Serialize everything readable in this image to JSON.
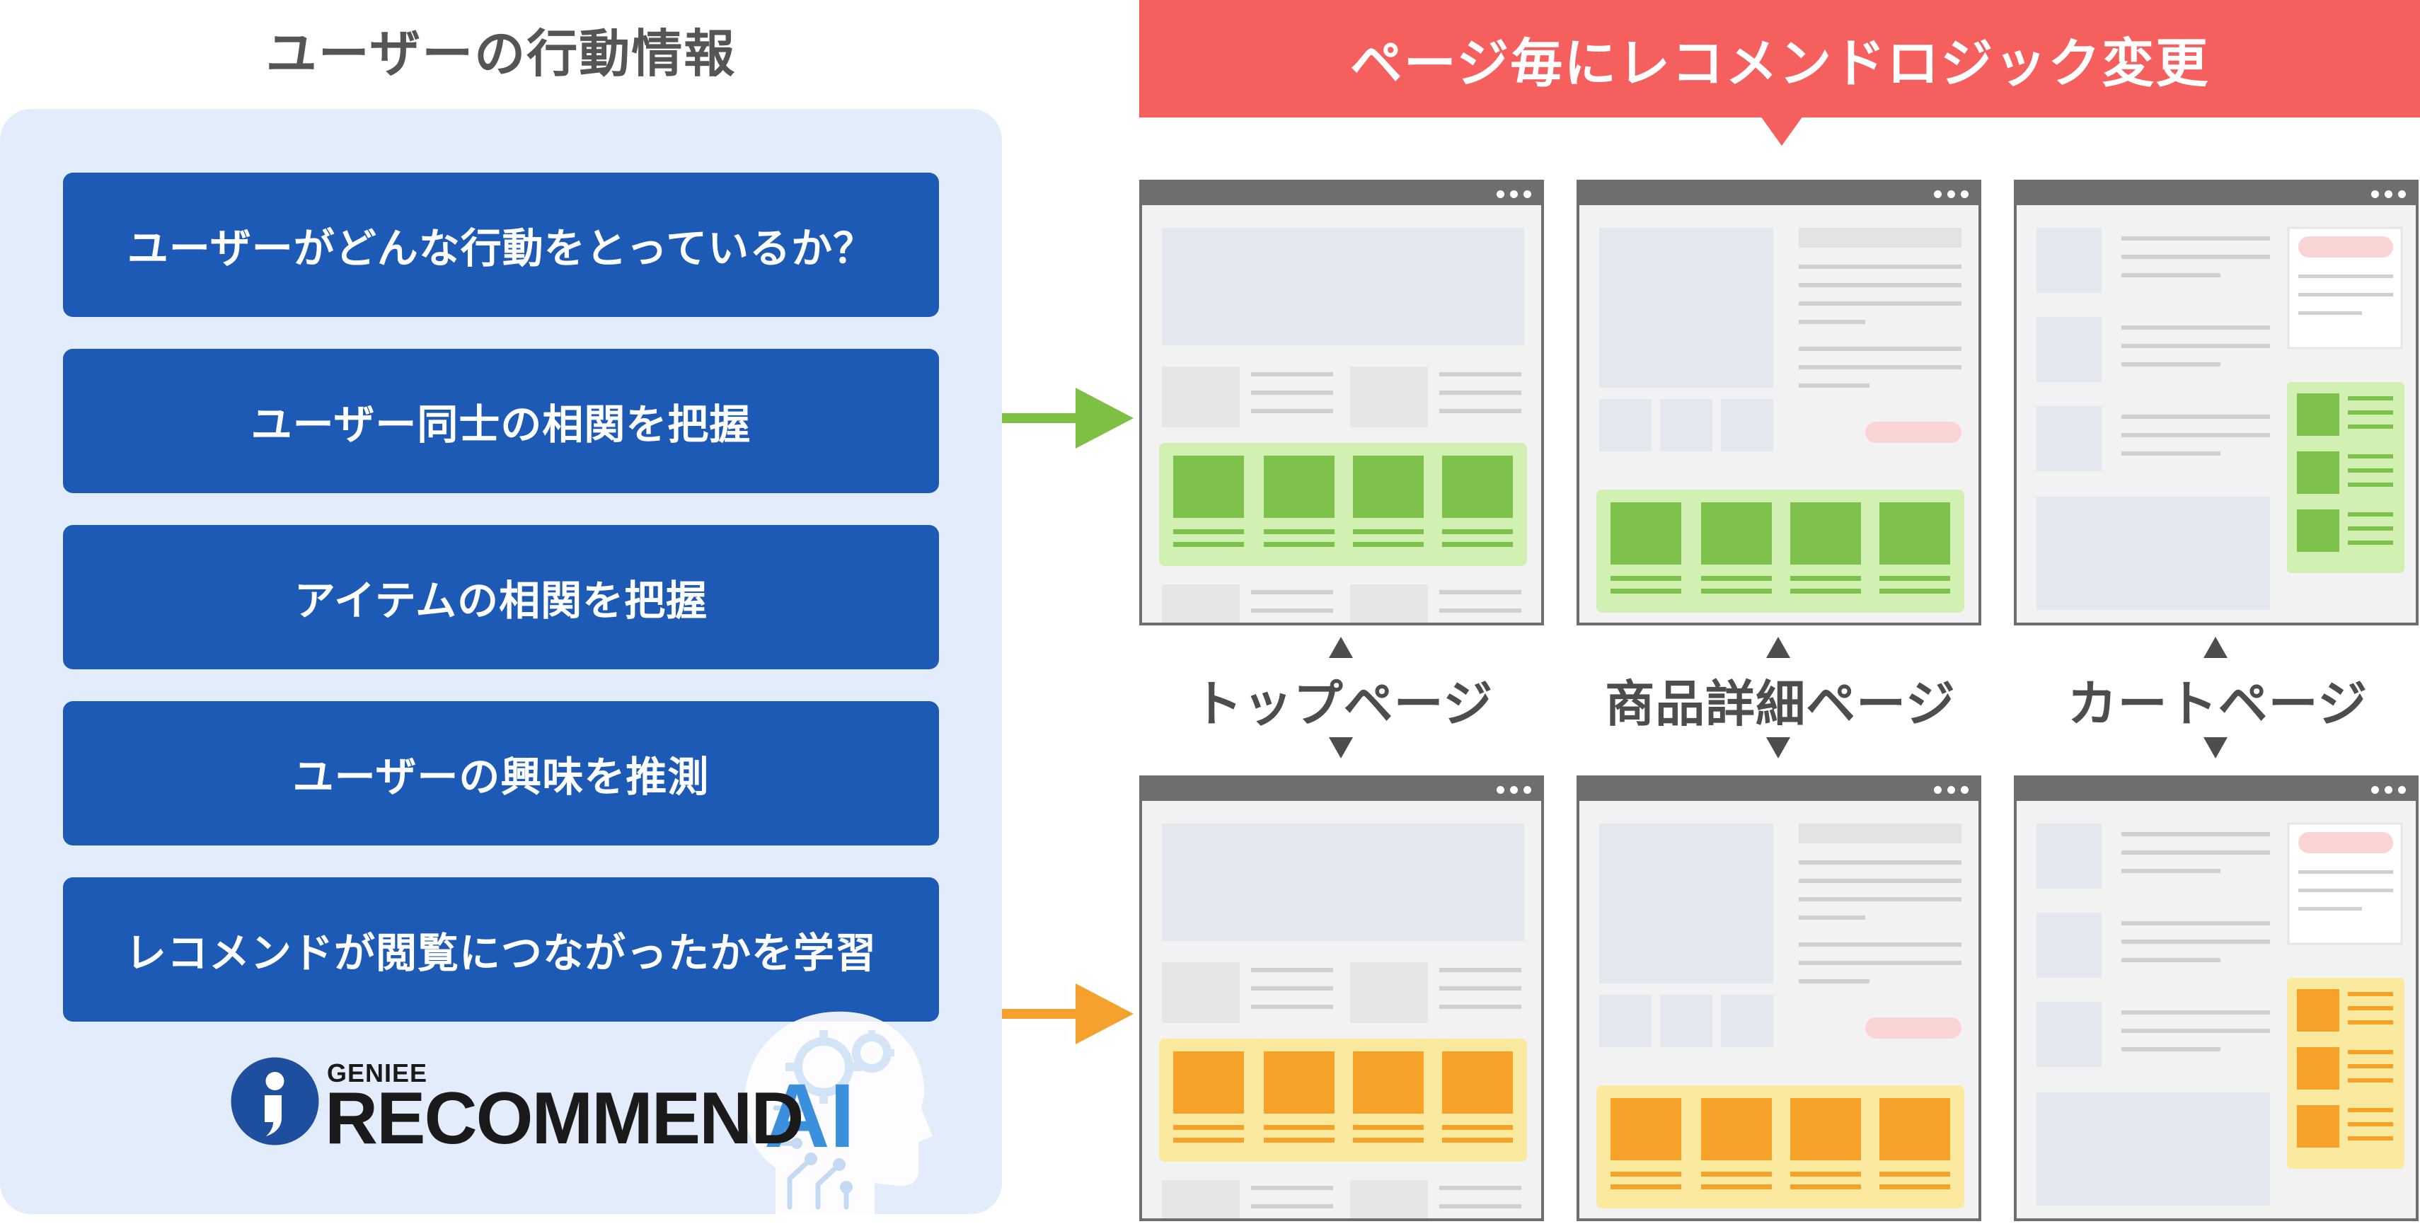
{
  "left": {
    "title": "ユーザーの行動情報",
    "items": [
      {
        "label": "ユーザーがどんな行動をとっているか？"
      },
      {
        "label": "ユーザー同士の相関を把握"
      },
      {
        "label": "アイテムの相関を把握"
      },
      {
        "label": "ユーザーの興味を推測"
      },
      {
        "label": "レコメンドが閲覧につながったかを学習"
      }
    ],
    "logo": {
      "small": "GENIEE",
      "big": "RECOMMEND",
      "ai": "AI"
    }
  },
  "right": {
    "banner": "ページ毎にレコメンドロジック変更",
    "pages": [
      {
        "label": "トップページ"
      },
      {
        "label": "商品詳細ページ"
      },
      {
        "label": "カートページ"
      }
    ]
  },
  "colors": {
    "item_box": "#1d5ab6",
    "panel": "#e3ecfb",
    "banner": "#f5605f",
    "green_arrow": "#7dc043",
    "orange_arrow": "#f5a12e",
    "green_fill": "#7dc04b",
    "green_bg": "#d3f0b3",
    "orange_fill": "#f5a12a",
    "orange_bg": "#fce9a0"
  }
}
